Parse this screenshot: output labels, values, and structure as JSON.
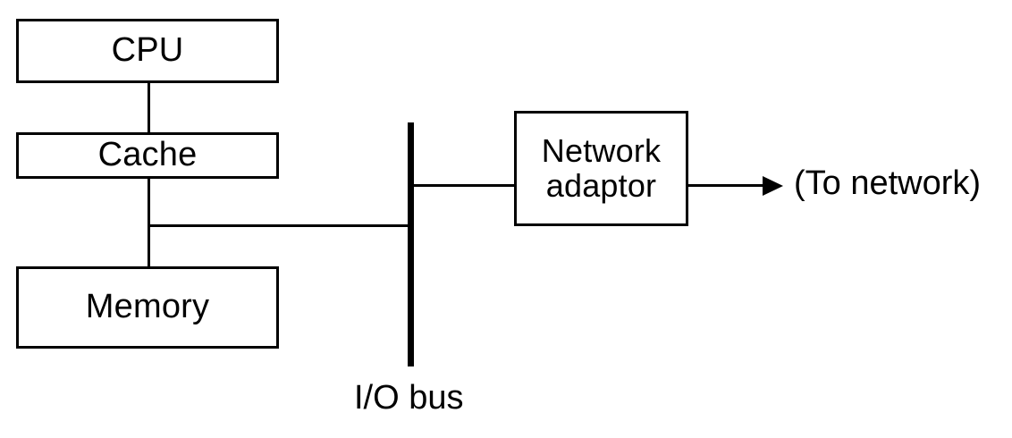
{
  "diagram": {
    "title": "Computer architecture block diagram with I/O bus and network adaptor",
    "stroke_color": "#000000",
    "background_color": "#ffffff",
    "nodes": [
      {
        "id": "cpu",
        "label": "CPU"
      },
      {
        "id": "cache",
        "label": "Cache"
      },
      {
        "id": "memory",
        "label": "Memory"
      },
      {
        "id": "network_adaptor",
        "label": "Network adaptor"
      }
    ],
    "labels": {
      "io_bus": "I/O bus",
      "to_network": "(To network)"
    },
    "edges": [
      {
        "from": "cpu",
        "to": "cache",
        "style": "line"
      },
      {
        "from": "cache",
        "to": "memory",
        "style": "line"
      },
      {
        "from": "memory_cache_junction",
        "to": "io_bus",
        "style": "line"
      },
      {
        "from": "io_bus",
        "to": "network_adaptor",
        "style": "line"
      },
      {
        "from": "network_adaptor",
        "to": "to_network",
        "style": "arrow"
      }
    ]
  }
}
